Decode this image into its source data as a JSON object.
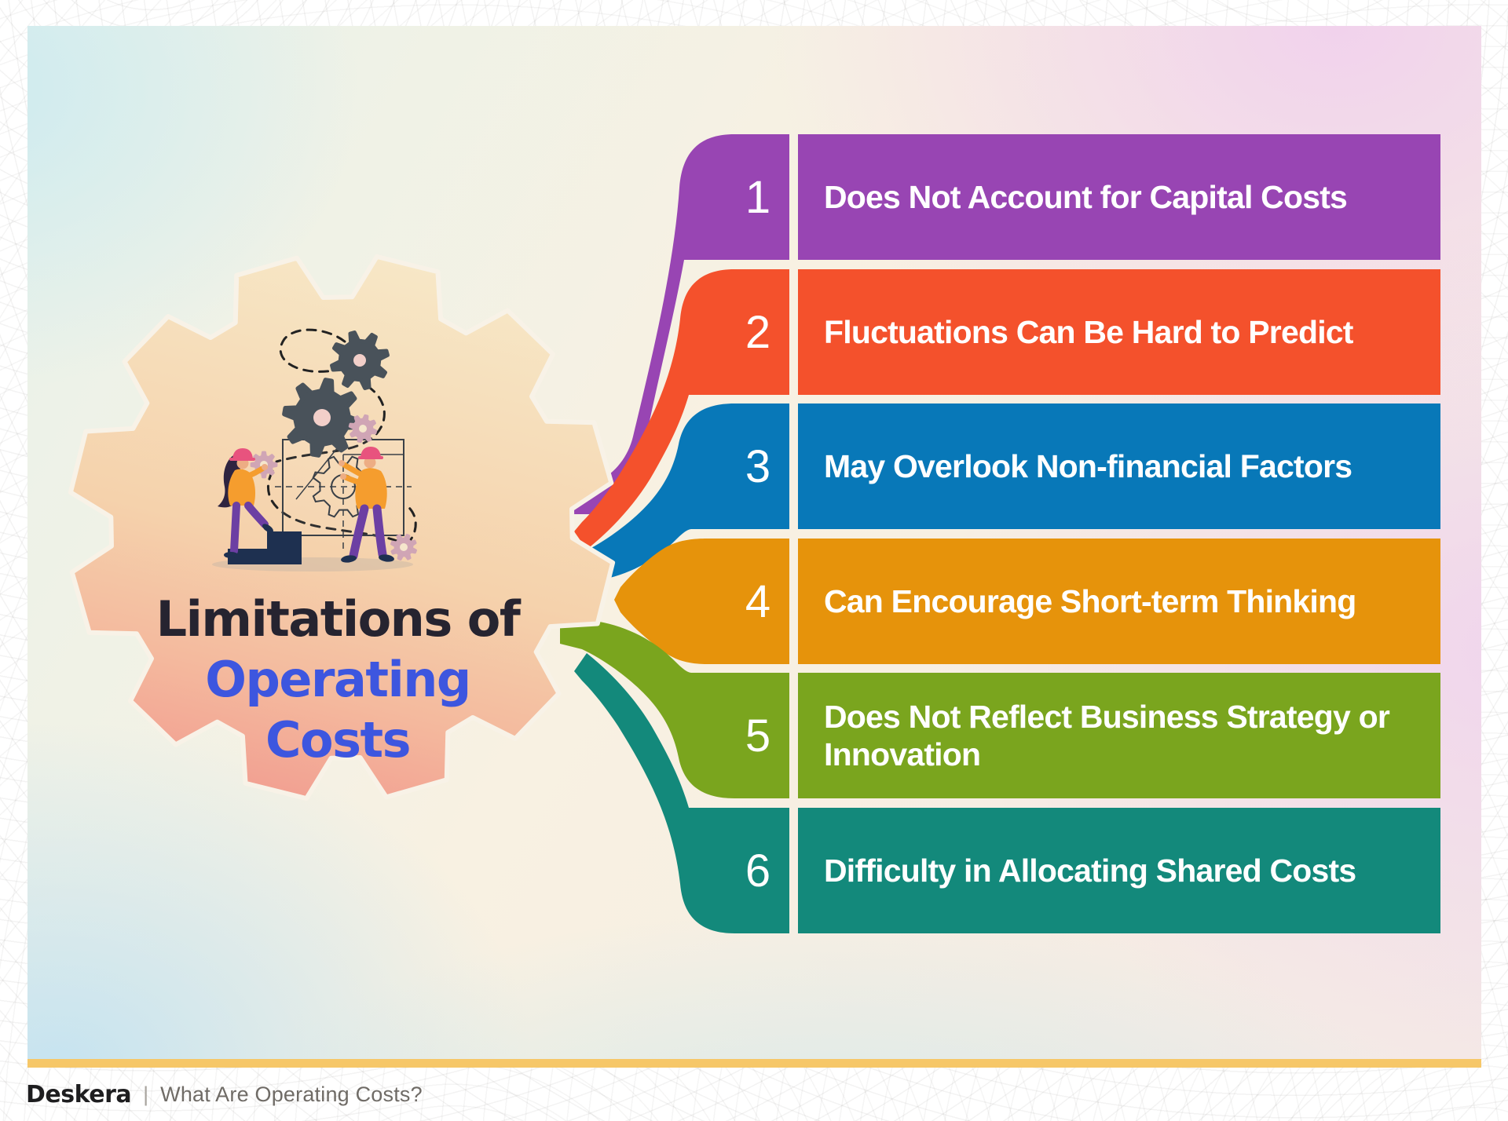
{
  "card": {
    "title_line1": "Limitations of",
    "title_line2": "Operating",
    "title_line3": "Costs",
    "title_dark_color": "#262430",
    "title_accent_color": "#3D56DF"
  },
  "items": [
    {
      "number": "1",
      "label": "Does Not Account for Capital Costs",
      "color": "#9845B3"
    },
    {
      "number": "2",
      "label": "Fluctuations Can Be Hard to Predict",
      "color": "#F4512C"
    },
    {
      "number": "3",
      "label": "May Overlook Non-financial Factors",
      "color": "#0878B8"
    },
    {
      "number": "4",
      "label": "Can Encourage Short-term Thinking",
      "color": "#E6930B"
    },
    {
      "number": "5",
      "label": "Does Not Reflect Business Strategy or\nInnovation",
      "color": "#7AA51E"
    },
    {
      "number": "6",
      "label": "Difficulty in Allocating Shared Costs",
      "color": "#13897B"
    }
  ],
  "footer": {
    "brand": "Deskera",
    "divider": "|",
    "tagline": "What Are Operating Costs?"
  },
  "palette": {
    "accent_strip": "#F6C768",
    "gear_cream_top": "#F7E7C6",
    "gear_mid": "#F5D2AC",
    "gear_low": "#F4BA9E",
    "gear_salmon_bottom": "#F2A192",
    "gear_outline": "#F8F2E7",
    "dark_gear": "#49525A",
    "gear_hub_pink": "#F2CFC9",
    "pink_gear": "#D0A5B5",
    "pink_gear_hub": "#F5E6CC",
    "wire": "#222222",
    "worker_shirt": "#F59D2E",
    "worker_pants": "#6C3FA3",
    "worker_hat": "#E8537E",
    "skin": "#EDAD84",
    "hair": "#2E2440",
    "steps_navy": "#1E3050",
    "blueprint_line": "#3A4047",
    "ground_shadow": "#C9B7A6"
  }
}
